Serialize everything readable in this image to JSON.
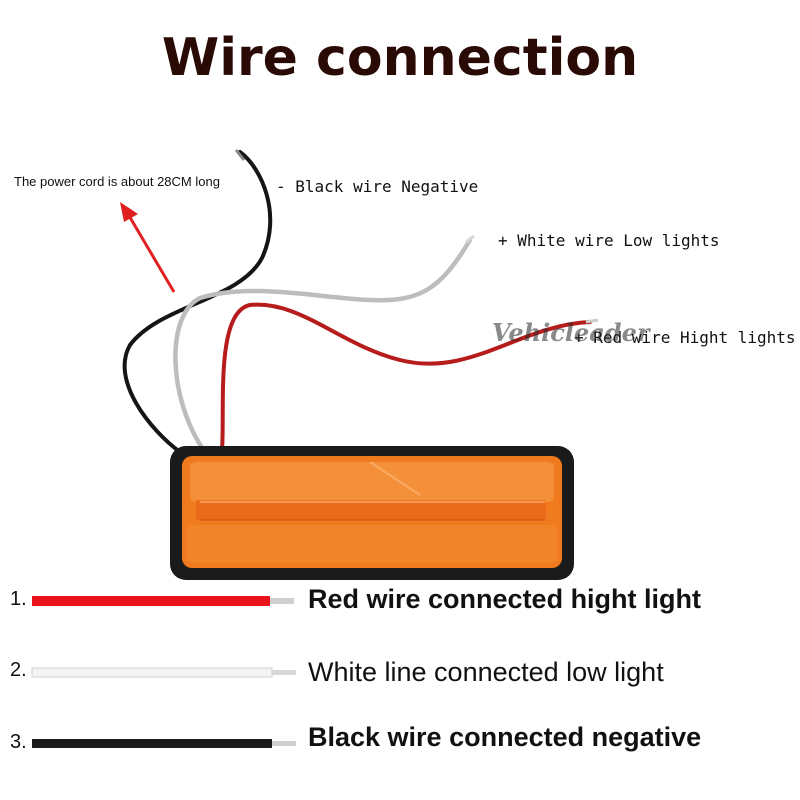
{
  "title": "Wire connection",
  "power_note": "The power cord is about 28CM long",
  "wire_labels": {
    "black": "- Black wire Negative",
    "white": "+ White wire Low lights",
    "red": "+ Red wire Hight lights"
  },
  "watermark": "Vehicleader",
  "legend": [
    {
      "number": "1.",
      "text": "Red  wire connected  hight  light",
      "wire_color": "#e8141a"
    },
    {
      "number": "2.",
      "text": "White  line  connected  low  light",
      "wire_color": "#f2f2f2"
    },
    {
      "number": "3.",
      "text": "Black wire connected  negative",
      "wire_color": "#1a1a1a"
    }
  ],
  "colors": {
    "title": "#2a0a05",
    "lamp_amber": "#f07a1e",
    "lamp_housing": "#1a1a1a",
    "arrow": "#e02020"
  }
}
